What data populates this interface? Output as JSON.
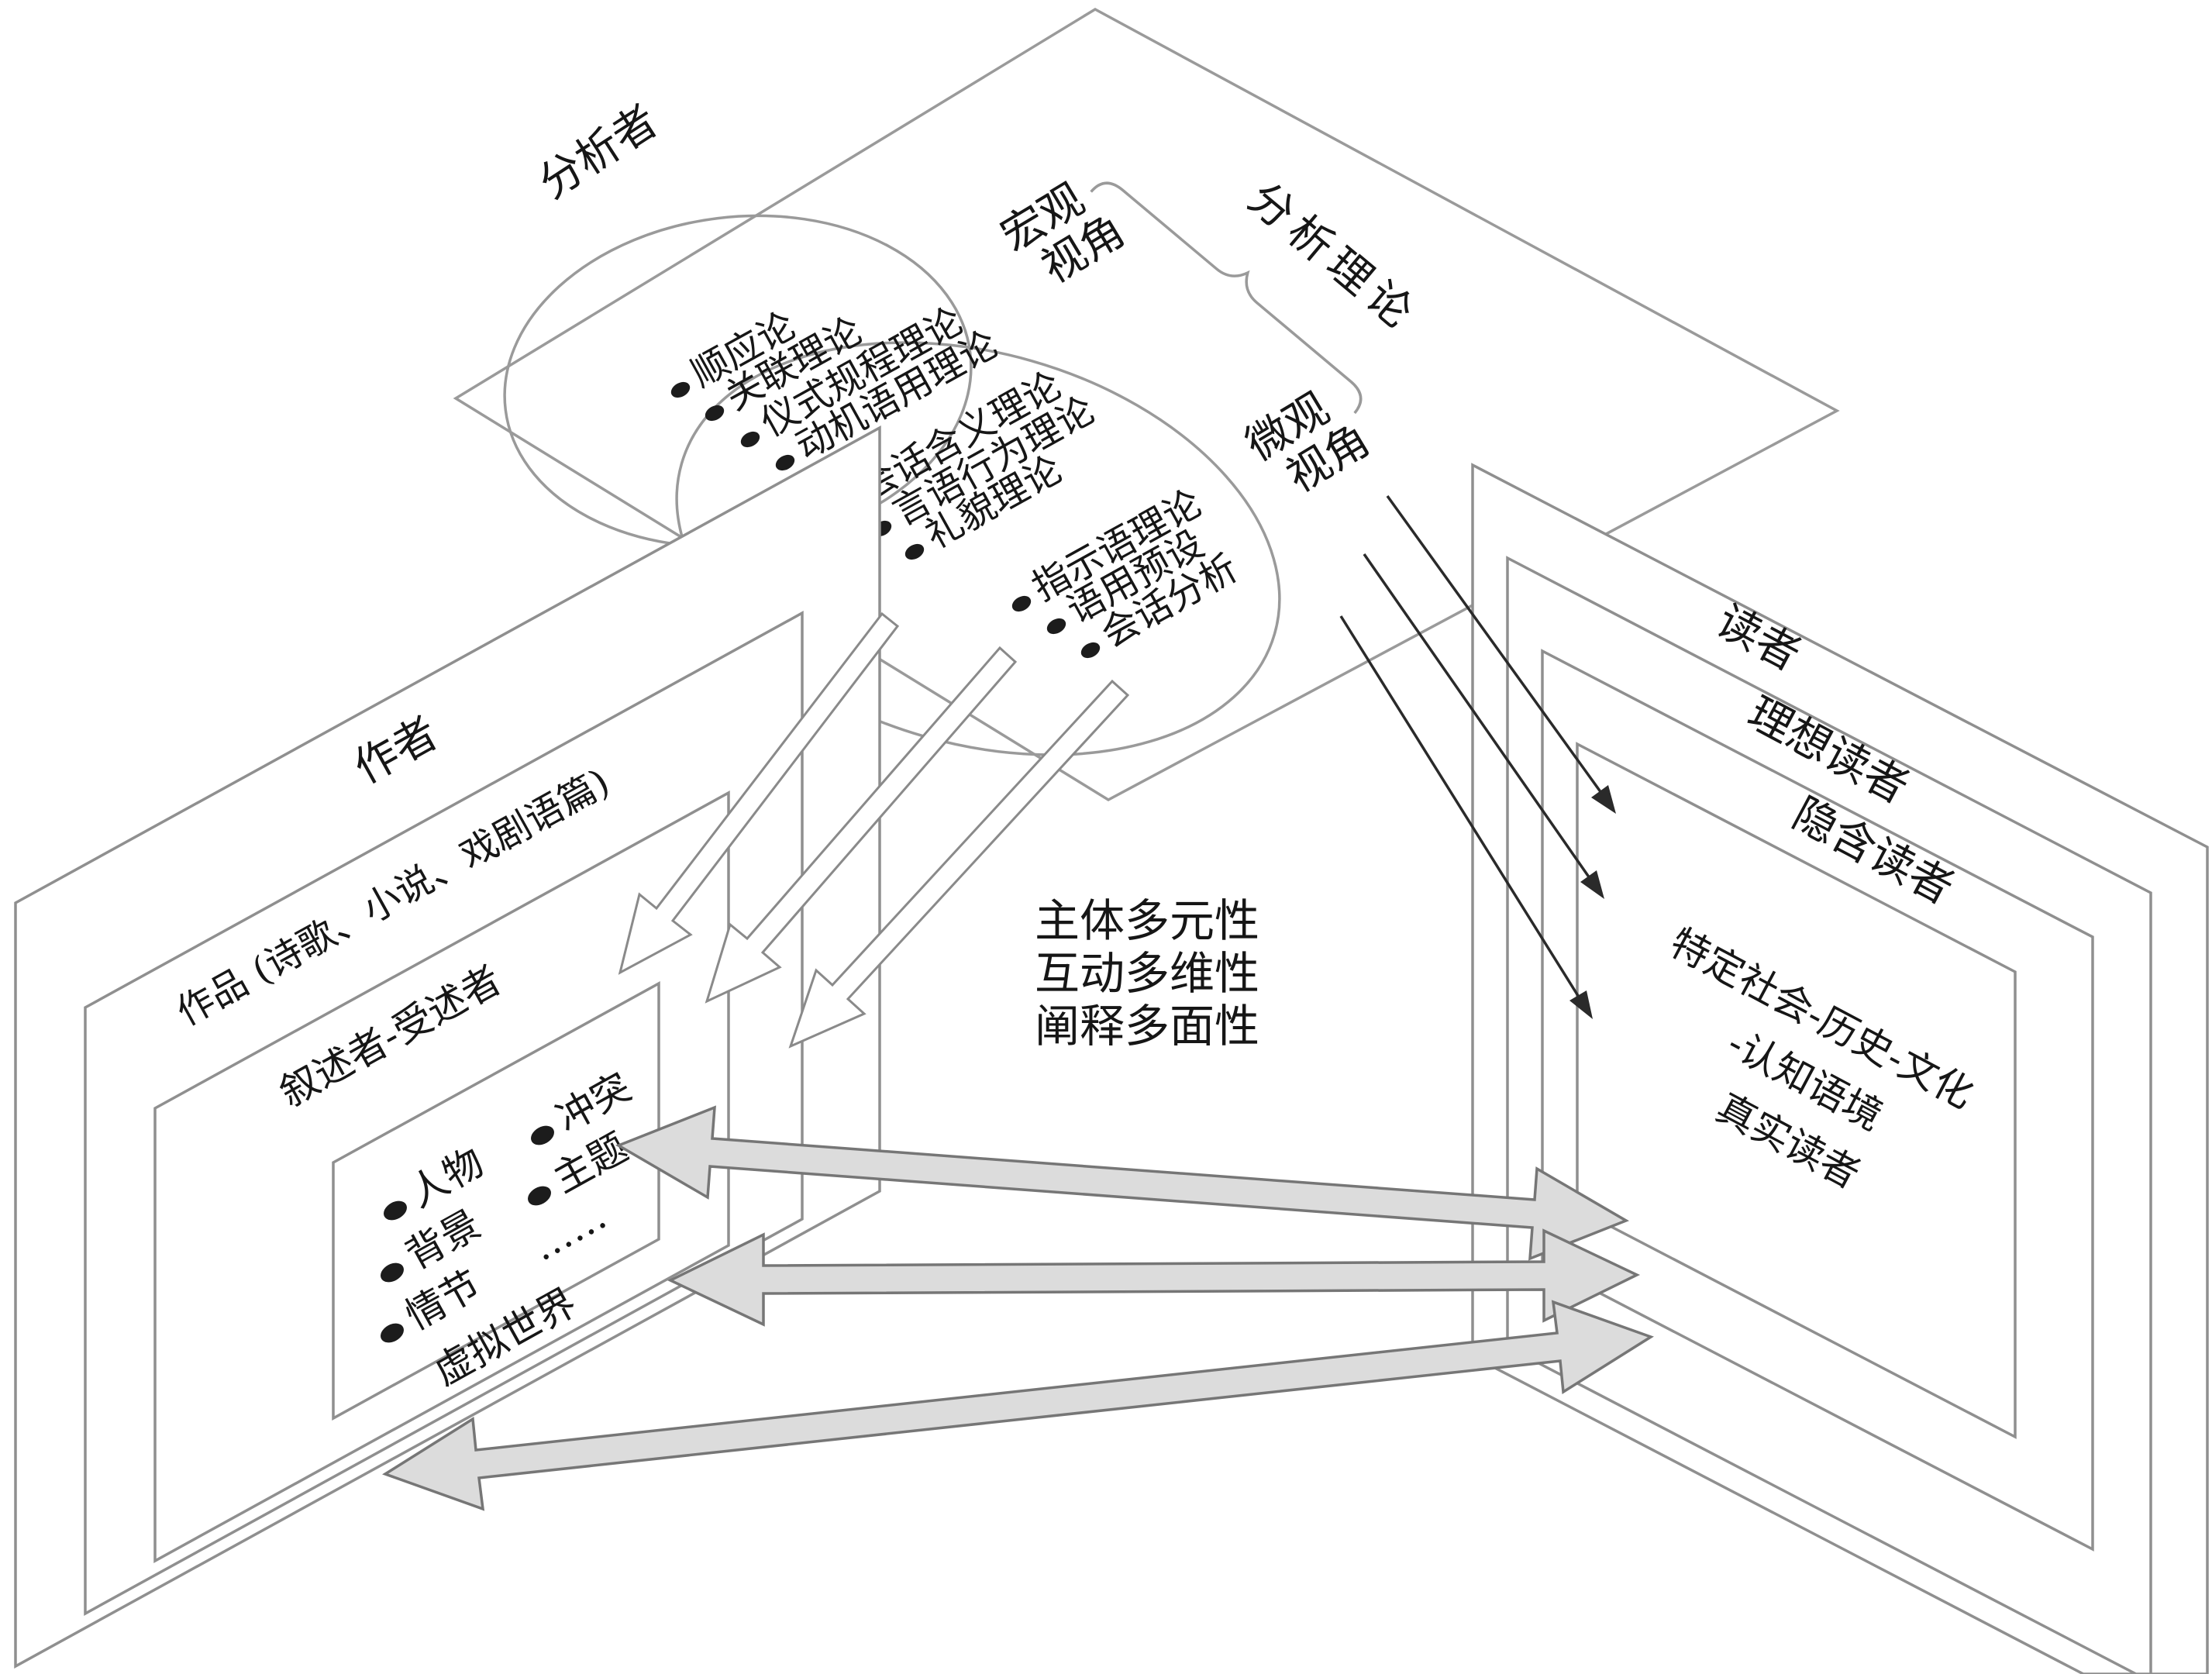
{
  "colors": {
    "ink": "#161616",
    "outline_gray": "#8f8f8f",
    "thick_arrow_fill": "#dcdcdc",
    "thick_arrow_stroke": "#767676",
    "thin_arrow": "#2a2a2a"
  },
  "d": {
    "analyzer": "分析者",
    "macro_label": {
      "line1": "宏观",
      "line2": "视角"
    },
    "micro_label": {
      "line1": "微观",
      "line2": "视角"
    },
    "analysis_theory": "分析理论",
    "macro_theories": [
      "顺应论",
      "关联理论",
      "仪式规程理论",
      "动机语用理论"
    ],
    "shared_theories": [
      "会话含义理论",
      "言语行为理论",
      "礼貌理论"
    ],
    "micro_theories": [
      "指示语理论",
      "语用预设",
      "会话分析"
    ],
    "center": {
      "line1": "主体多元性",
      "line2": "互动多维性",
      "line3": "阐释多面性"
    },
    "author_panel": {
      "outer": "作者",
      "middle": "作品 (诗歌、小说、戏剧语篇)",
      "inner": "叙述者-受述者",
      "items_left": [
        "人物",
        "背景",
        "情节"
      ],
      "items_right": [
        "冲突",
        "主题",
        "……"
      ],
      "bottom": "虚拟世界"
    },
    "reader_panel": {
      "outer": "读者",
      "middle": "理想读者",
      "inner": "隐含读者",
      "context_line1": "特定社会-历史-文化",
      "context_line2": "-认知语境",
      "context_line3": "真实读者"
    }
  }
}
